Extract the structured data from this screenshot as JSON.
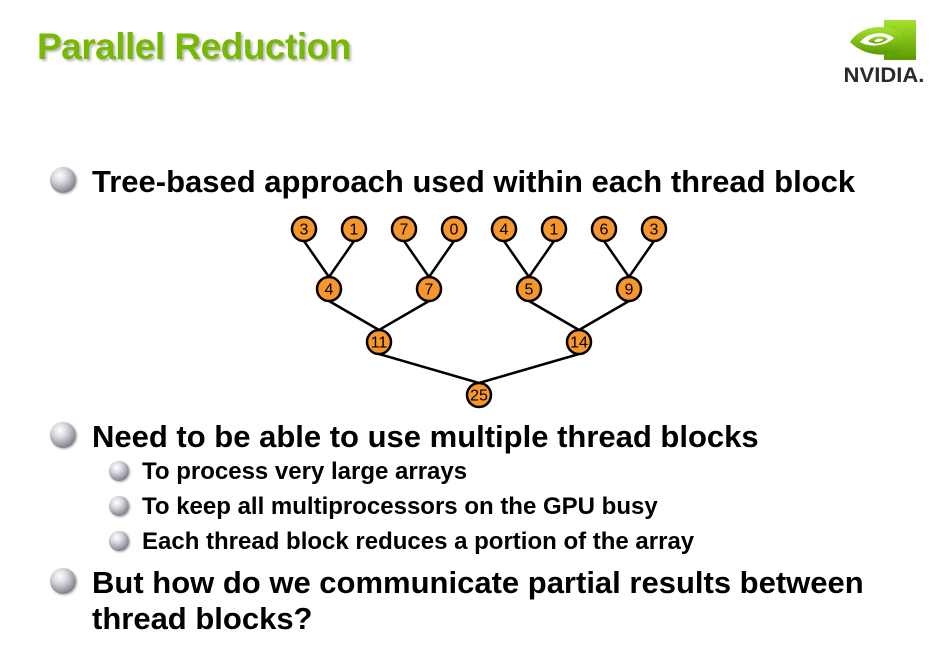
{
  "slide": {
    "title": "Parallel Reduction",
    "logo": {
      "text": "NVIDIA.",
      "icon": "nvidia-eye-icon",
      "brand_color": "#76b900"
    },
    "title_color": "#76b900",
    "node_color": "#f7962d"
  },
  "bullets": [
    {
      "level": 1,
      "text": "Tree-based approach used within each thread block",
      "icon": "sphere-bullet-icon"
    },
    {
      "level": 1,
      "text": "Need to be able to use multiple thread blocks",
      "icon": "sphere-bullet-icon"
    },
    {
      "level": 2,
      "text": "To process very large arrays",
      "icon": "sphere-bullet-icon"
    },
    {
      "level": 2,
      "text": "To keep all multiprocessors on the GPU busy",
      "icon": "sphere-bullet-icon"
    },
    {
      "level": 2,
      "text": "Each thread block reduces a portion of the array",
      "icon": "sphere-bullet-icon"
    },
    {
      "level": 1,
      "text": "But how do we communicate partial results between thread blocks?",
      "icon": "sphere-bullet-icon"
    }
  ],
  "tree": {
    "levels": [
      [
        3,
        1,
        7,
        0,
        4,
        1,
        6,
        3
      ],
      [
        4,
        7,
        5,
        9
      ],
      [
        11,
        14
      ],
      [
        25
      ]
    ]
  }
}
